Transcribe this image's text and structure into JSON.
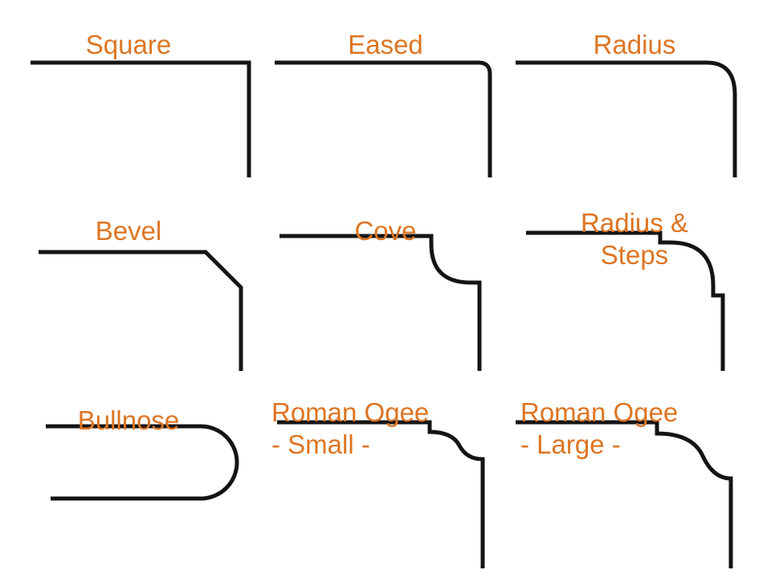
{
  "page": {
    "title": "Countertop Edge Profiles",
    "background_color": "#ffffff",
    "label_color": "#DD7523",
    "line_color": "#141414",
    "columns": 3,
    "rows": 3
  },
  "profiles": [
    {
      "id": "square",
      "label": "Square",
      "label_line2": "",
      "row": 0,
      "column": 0,
      "description": "sharp-90-degree-corner",
      "shape": "square-edge"
    },
    {
      "id": "eased",
      "label": "Eased",
      "label_line2": "",
      "row": 0,
      "column": 1,
      "description": "slightly-softened-corner",
      "shape": "eased-edge"
    },
    {
      "id": "radius",
      "label": "Radius",
      "label_line2": "",
      "row": 0,
      "column": 2,
      "description": "large-quarter-round-corner",
      "shape": "radius-edge"
    },
    {
      "id": "bevel",
      "label": "Bevel",
      "label_line2": "",
      "row": 1,
      "column": 0,
      "description": "angled-chamfer-corner",
      "shape": "bevel-edge"
    },
    {
      "id": "cove",
      "label": "Cove",
      "label_line2": "",
      "row": 1,
      "column": 1,
      "description": "concave-scooped-corner",
      "shape": "cove-edge"
    },
    {
      "id": "radius-and-steps",
      "label": "Radius &",
      "label_line2": "Steps",
      "row": 1,
      "column": 2,
      "description": "quarter-round-with-stepped-shoulders",
      "shape": "radius-steps-edge"
    },
    {
      "id": "bullnose",
      "label": "Bullnose",
      "label_line2": "",
      "row": 2,
      "column": 0,
      "description": "full-semicircular-edge",
      "shape": "bullnose-edge"
    },
    {
      "id": "roman-ogee-small",
      "label": "Roman Ogee",
      "label_line2": "- Small -",
      "row": 2,
      "column": 1,
      "description": "small-s-curve-profile",
      "shape": "roman-ogee-small-edge"
    },
    {
      "id": "roman-ogee-large",
      "label": "Roman Ogee",
      "label_line2": "- Large -",
      "row": 2,
      "column": 2,
      "description": "large-s-curve-profile",
      "shape": "roman-ogee-large-edge"
    }
  ]
}
